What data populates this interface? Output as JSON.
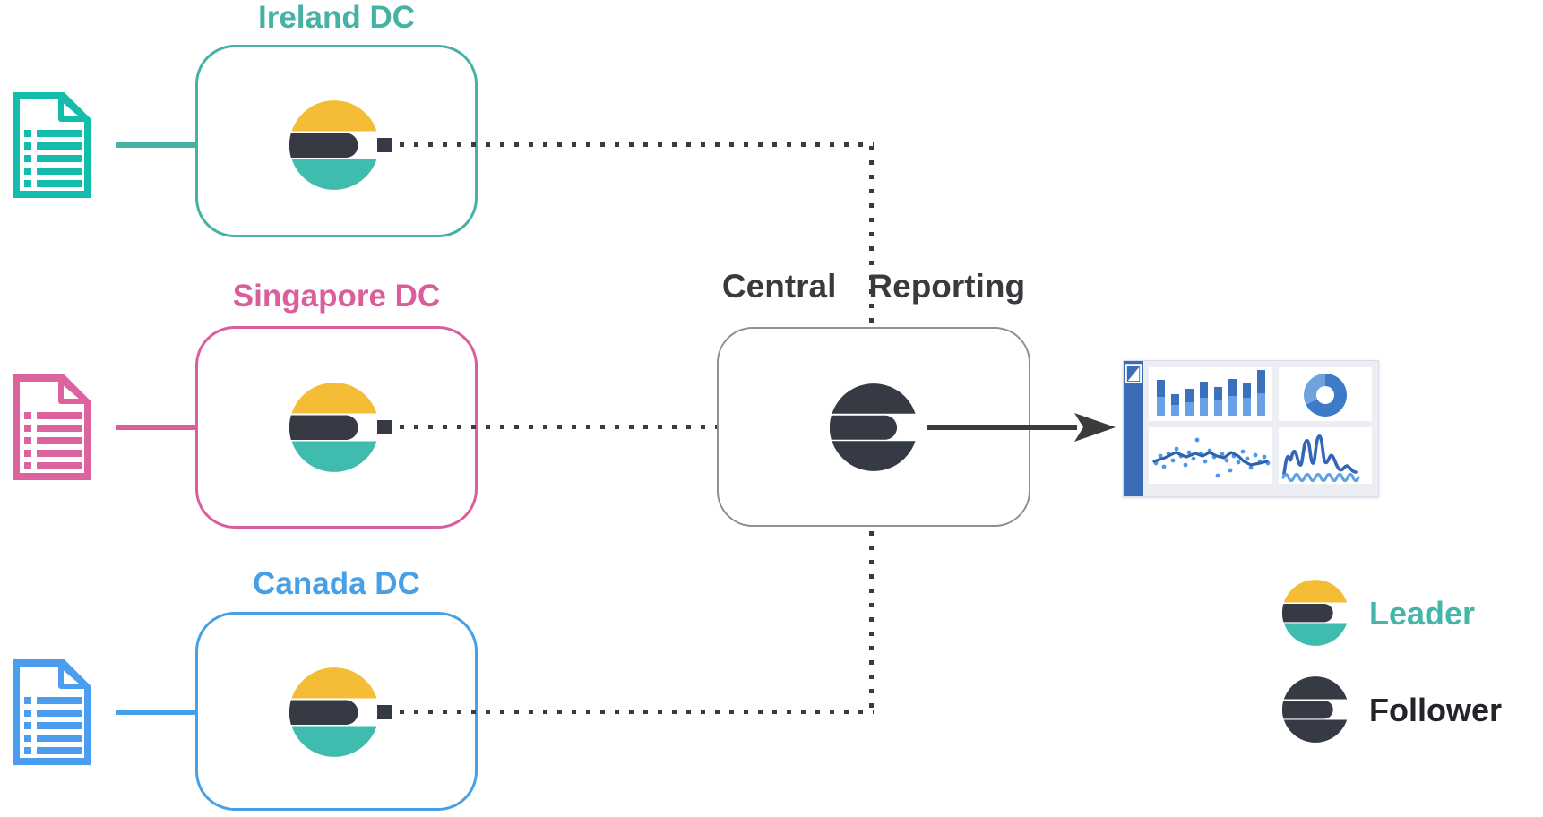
{
  "colors": {
    "es-yellow": "#F5BD36",
    "es-teal": "#3FBCAD",
    "es-dark": "#363A45",
    "line": "#3B3B3B",
    "box-border": "#8F8F8F",
    "dash-bg": "#ECEEF4",
    "dash-blue": "#3A6CB7",
    "bar-light": "#69A2E4",
    "bar-dark": "#3A70BE"
  },
  "datacenters": [
    {
      "name": "ireland-dc",
      "label": "Ireland DC",
      "accent": "#45B2A4",
      "doc_color": "#14BCAC"
    },
    {
      "name": "singapore-dc",
      "label": "Singapore DC",
      "accent": "#DB5E9C",
      "doc_color": "#DC639E"
    },
    {
      "name": "canada-dc",
      "label": "Canada DC",
      "accent": "#47A0E5",
      "doc_color": "#4B9DF0"
    }
  ],
  "central": {
    "title_left": "Central",
    "title_right": "Reporting"
  },
  "legend": [
    {
      "label": "Leader",
      "variant": "leader",
      "label_color": "#44B5A8"
    },
    {
      "label": "Follower",
      "variant": "follower",
      "label_color": "#23232A"
    }
  ],
  "dashboard": {
    "bar_values": [
      [
        21,
        19
      ],
      [
        12,
        12
      ],
      [
        15,
        15
      ],
      [
        20,
        18
      ],
      [
        17,
        15
      ],
      [
        22,
        19
      ],
      [
        20,
        16
      ],
      [
        25,
        26
      ]
    ],
    "donut": {
      "dark": "#3D7BC9",
      "light": "#6FA3DE",
      "dark_deg": 243
    },
    "panel_types": [
      "stacked-bar-chart",
      "donut-chart",
      "scatter-plot",
      "line-waves"
    ]
  },
  "icons": {
    "document": "document-icon",
    "leader_logo": "elasticsearch-logo-leader",
    "follower_logo": "elasticsearch-logo-follower",
    "dashboard": "kibana-dashboard-icon",
    "kibana_mark": "kibana-logo-icon"
  }
}
